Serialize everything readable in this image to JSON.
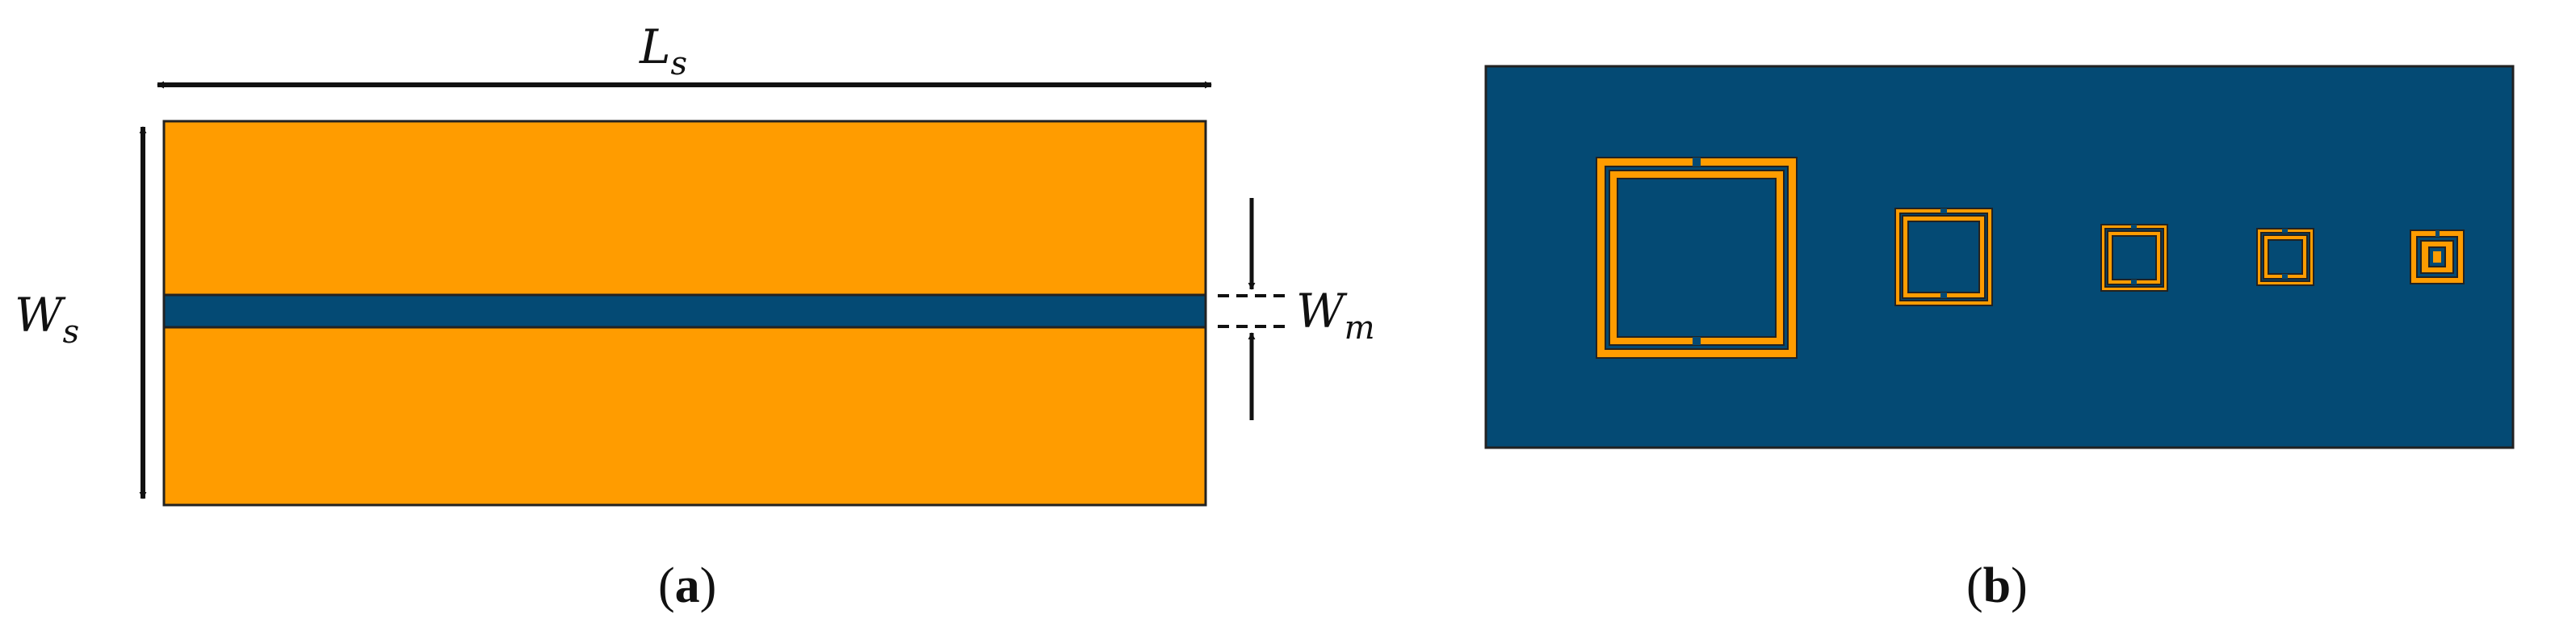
{
  "panel_a": {
    "labels": {
      "length": {
        "main": "L",
        "sub": "s"
      },
      "width": {
        "main": "W",
        "sub": "s"
      },
      "microstrip_width": {
        "main": "W",
        "sub": "m"
      }
    },
    "caption": {
      "open": "(",
      "letter": "a",
      "close": ")"
    },
    "colors": {
      "substrate": "#FF9C00",
      "strip": "#044A74"
    }
  },
  "panel_b": {
    "caption": {
      "open": "(",
      "letter": "b",
      "close": ")"
    },
    "colors": {
      "board": "#044A74",
      "resonator": "#FF9C00"
    },
    "resonator_count": 5
  }
}
